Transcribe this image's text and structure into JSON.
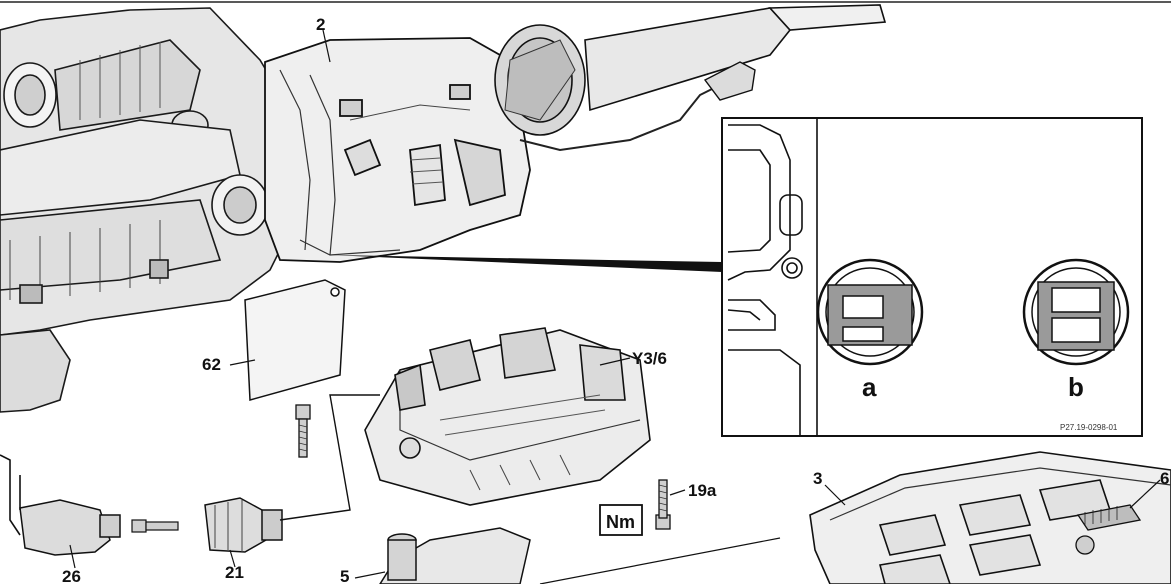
{
  "labels": {
    "l2": "2",
    "l62": "62",
    "ly36": "Y3/6",
    "l19a": "19a",
    "lnm": "Nm",
    "l3": "3",
    "l6": "6",
    "l26": "26",
    "l21": "21",
    "l5": "5",
    "la": "a",
    "lb": "b",
    "lref": "P27.19-0298-01"
  }
}
